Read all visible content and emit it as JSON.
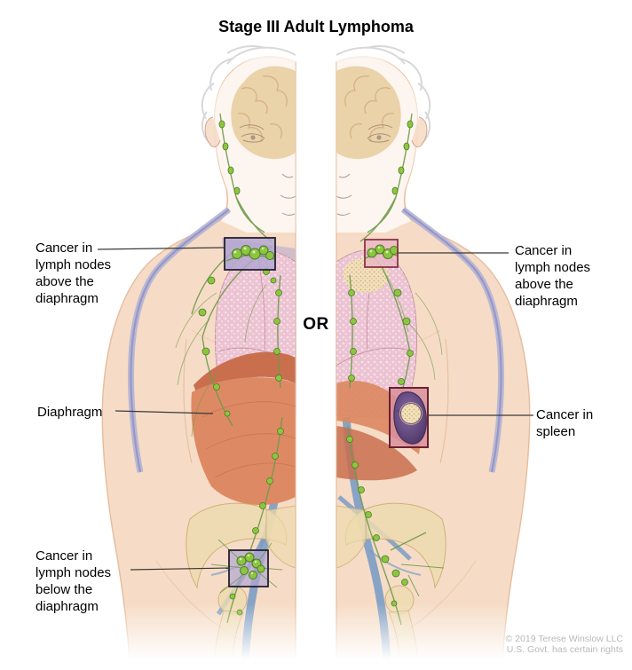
{
  "title": "Stage III Adult Lymphoma",
  "connector": "OR",
  "annotations": {
    "lymph_above_left": {
      "label": "Cancer in\nlymph nodes\nabove the\ndiaphragm"
    },
    "diaphragm": {
      "label": "Diaphragm"
    },
    "lymph_below_left": {
      "label": "Cancer in\nlymph nodes\nbelow the\ndiaphragm"
    },
    "lymph_above_right": {
      "label": "Cancer in\nlymph nodes\nabove the\ndiaphragm"
    },
    "spleen": {
      "label": "Cancer in\nspleen"
    }
  },
  "copyright": {
    "line1": "© 2019 Terese Winslow LLC",
    "line2": "U.S. Govt. has certain rights"
  },
  "colors": {
    "skin": "#f6dcc6",
    "skin_shade": "#e2b493",
    "lung": "#ecc3d2",
    "lung_speckle": "#f8e9ef",
    "lung_line": "#c08898",
    "organ_salmon": "#dd8a64",
    "organ_salmon_dark": "#c96f4e",
    "spleen": "#6d538c",
    "spleen_dark": "#46315f",
    "spleen_backdrop": "#d88f9b",
    "tumor": "#f2e2ba",
    "tumor_dot": "#c9a468",
    "lymph_node": "#8cc63f",
    "lymph_node_dark": "#4e7a28",
    "lymph_vessel": "#6f9a4a",
    "vein": "#7b9cc4",
    "vein_light": "#b4b2d6",
    "bone": "#eedbb0",
    "bone_outline": "#c9a96b",
    "brain": "#e9d0a4",
    "brain_line": "#d2ae7c",
    "hair": "#d4d4d4",
    "box_border_dark": "#23202f",
    "box_border_red": "#8b3347",
    "box_border_maroon": "#6b1f2f",
    "box_lavender": "#b2a5d2",
    "label_text": "#000000",
    "leader_line": "#3a3a3a",
    "copyright": "#b9b9b9"
  }
}
